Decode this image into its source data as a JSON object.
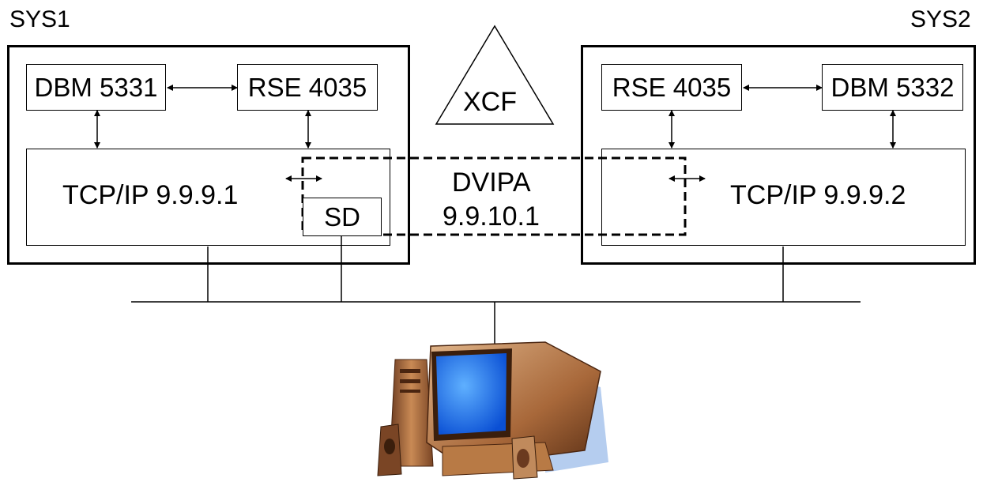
{
  "sys1": {
    "label": "SYS1",
    "dbm": "DBM 5331",
    "rse": "RSE 4035",
    "tcpip": "TCP/IP 9.9.9.1",
    "sd": "SD"
  },
  "sys2": {
    "label": "SYS2",
    "rse": "RSE 4035",
    "dbm": "DBM 5332",
    "tcpip": "TCP/IP 9.9.9.2"
  },
  "xcf": "XCF",
  "dvipa": {
    "label": "DVIPA",
    "address": "9.9.10.1"
  },
  "client": {
    "icon": "computer-icon"
  }
}
